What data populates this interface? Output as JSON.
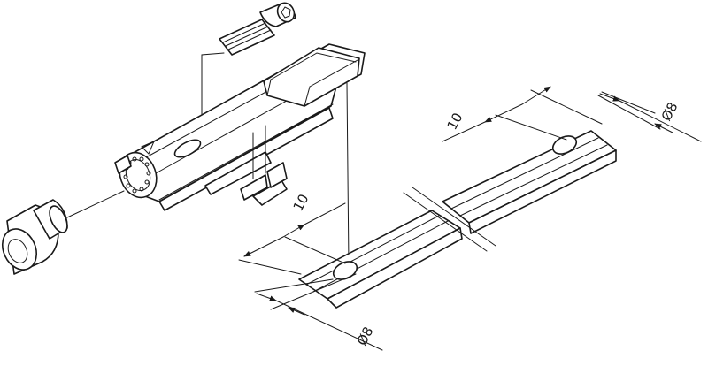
{
  "dimensions": {
    "spacing_top": "10",
    "diameter_top": "Ø8",
    "spacing_bottom": "10",
    "diameter_bottom": "Ø8"
  }
}
